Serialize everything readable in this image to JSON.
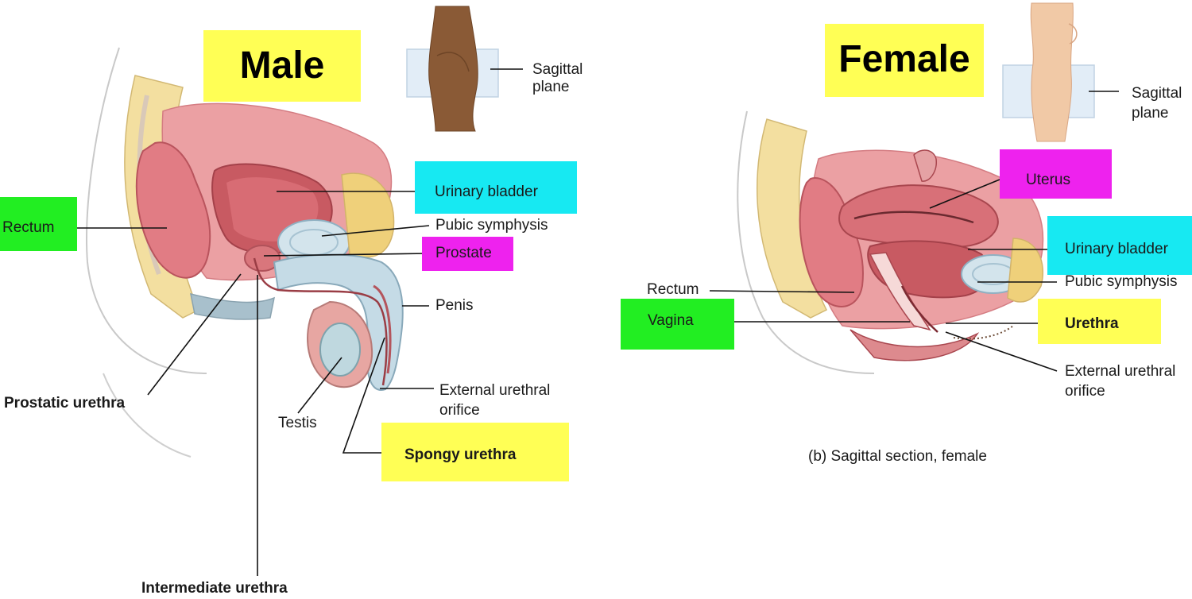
{
  "colors": {
    "yellow": "#ffff55",
    "cyan": "#17e9f2",
    "magenta": "#ee22ee",
    "green": "#22ee22",
    "tissue_pink": "#e8888f",
    "muscle_red": "#c85a62",
    "fat_yellow": "#efd07a",
    "bone_blue": "#b8d3df",
    "skin": "#a97a55",
    "skin_female": "#f1c9a6"
  },
  "male": {
    "title": "Male",
    "labels": {
      "sagittal": "Sagittal\nplane",
      "urinary_bladder": "Urinary bladder",
      "pubic_symphysis": "Pubic symphysis",
      "prostate": "Prostate",
      "penis": "Penis",
      "rectum": "Rectum",
      "external_urethral_orifice": "External urethral\norifice",
      "testis": "Testis",
      "prostatic_urethra": "Prostatic urethra",
      "spongy_urethra": "Spongy urethra",
      "intermediate_urethra": "Intermediate urethra"
    }
  },
  "female": {
    "title": "Female",
    "labels": {
      "sagittal": "Sagittal\nplane",
      "uterus": "Uterus",
      "urinary_bladder": "Urinary bladder",
      "pubic_symphysis": "Pubic symphysis",
      "rectum": "Rectum",
      "vagina": "Vagina",
      "urethra": "Urethra",
      "external_urethral_orifice": "External urethral\norifice",
      "caption": "(b) Sagittal section, female"
    }
  }
}
